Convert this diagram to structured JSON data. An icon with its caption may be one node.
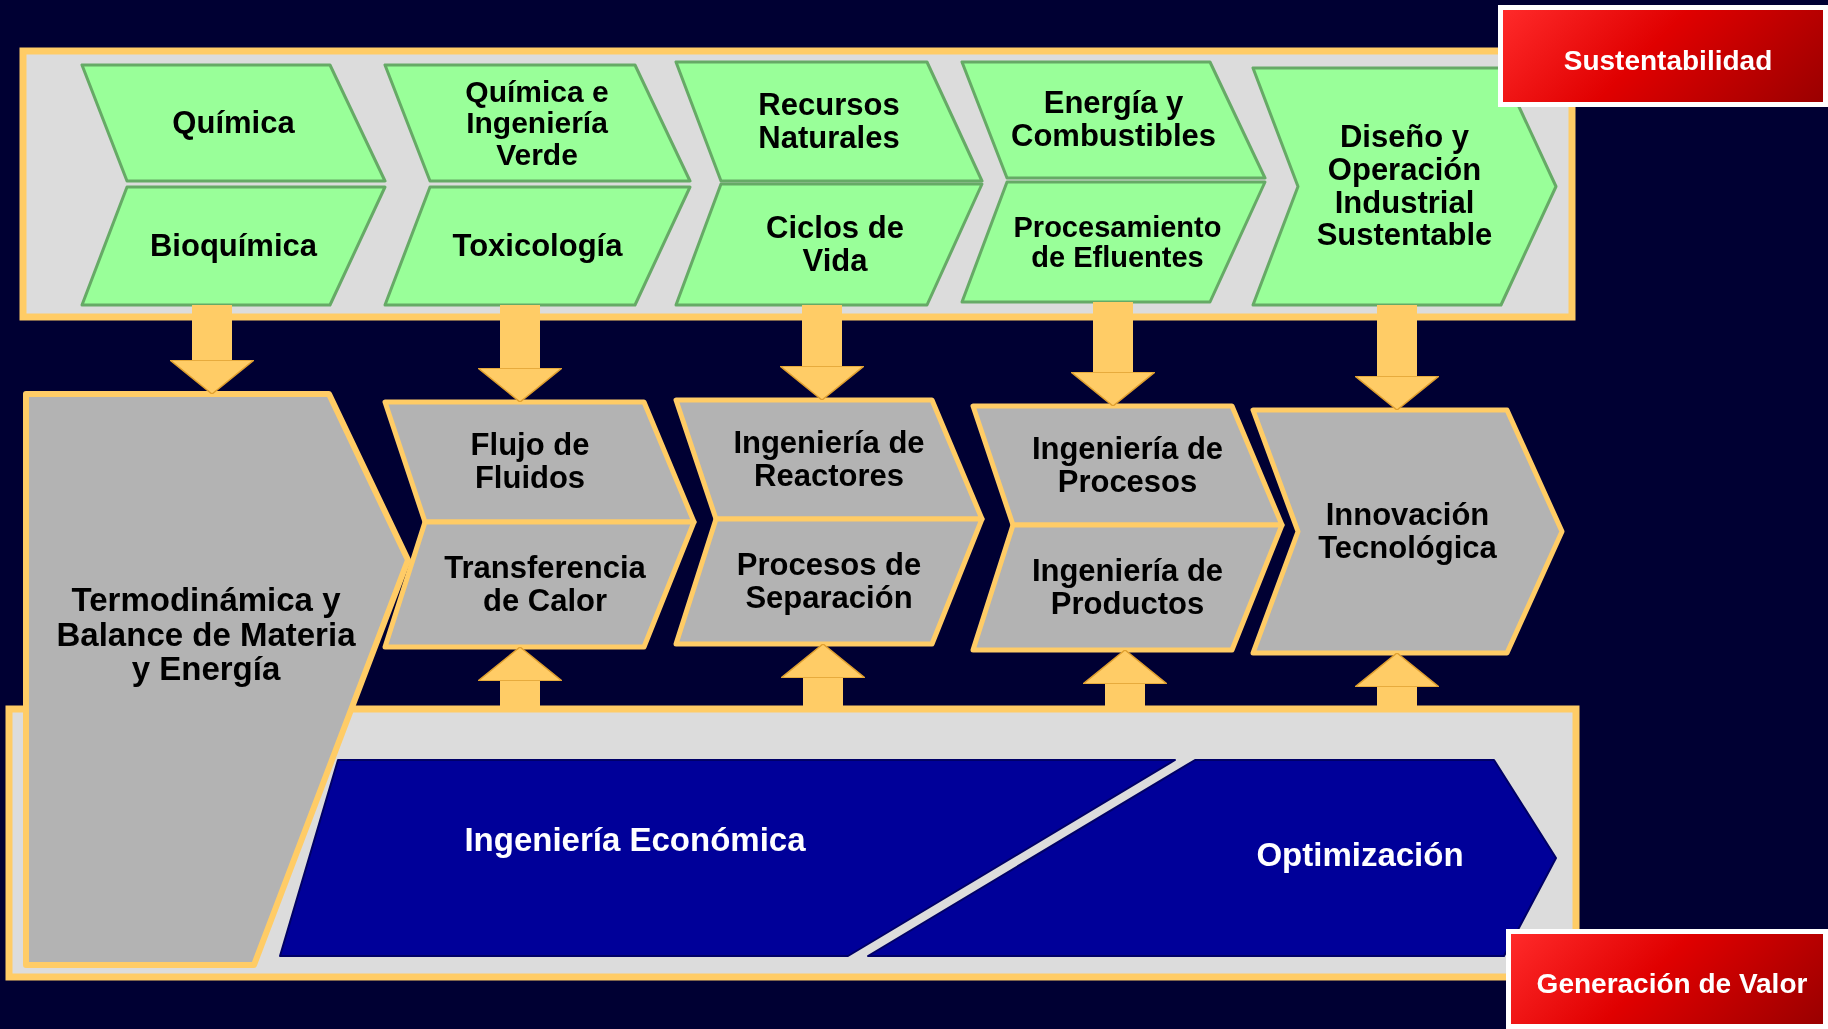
{
  "diagram": {
    "nodes": [
      {
        "text": [],
        "shape": "box"
      },
      {
        "text": [
          "Química"
        ],
        "in": 0
      },
      {
        "text": [
          "Bioquímica"
        ],
        "in": 0
      },
      {
        "text": [
          "Química e Ingeniería Verde"
        ],
        "in": 0
      },
      {
        "text": [
          "Toxicología"
        ],
        "in": 0
      },
      {
        "text": [
          "Recursos Naturales"
        ],
        "in": 0
      },
      {
        "text": [
          "Ciclos de Vida"
        ],
        "in": 0
      },
      {
        "text": [
          "Energía y Combustibles"
        ],
        "in": 0
      },
      {
        "text": [
          "Procesamiento de Efluentes"
        ],
        "in": 0
      },
      {
        "text": [
          "Diseño y Operación Industrial Sustentable"
        ],
        "in": 0
      },
      {
        "text": [
          "Sustentabilidad"
        ]
      },
      {
        "text": [
          "Termodinámica y Balance de Materia y Energía"
        ]
      },
      {
        "text": [
          "Flujo de Fluidos"
        ]
      },
      {
        "text": [
          "Transferencia de Calor"
        ]
      },
      {
        "text": [
          "Ingeniería de Reactores"
        ]
      },
      {
        "text": [
          "Procesos de Separación"
        ]
      },
      {
        "text": [
          "Ingeniería de Procesos"
        ]
      },
      {
        "text": [
          "Ingeniería de Productos"
        ]
      },
      {
        "text": [
          "Innovación Tecnológica"
        ]
      },
      {
        "text": [],
        "shape": "box"
      },
      {
        "text": [
          "Ingeniería Económica"
        ],
        "in": 19
      },
      {
        "text": [
          "Optimización"
        ],
        "in": 19
      },
      {
        "text": [
          "Generación de Valor"
        ]
      }
    ],
    "edges": [
      {
        "from": 2,
        "to": 11,
        "arrow": "to"
      },
      {
        "from": 4,
        "to": 12,
        "arrow": "to"
      },
      {
        "from": 6,
        "to": 14,
        "arrow": "to"
      },
      {
        "from": 8,
        "to": 16,
        "arrow": "to"
      },
      {
        "from": 9,
        "to": 18,
        "arrow": "to"
      },
      {
        "from": 19,
        "to": 13,
        "arrow": "to"
      },
      {
        "from": 19,
        "to": 15,
        "arrow": "to"
      },
      {
        "from": 19,
        "to": 17,
        "arrow": "to"
      },
      {
        "from": 19,
        "to": 18,
        "arrow": "to"
      }
    ]
  }
}
